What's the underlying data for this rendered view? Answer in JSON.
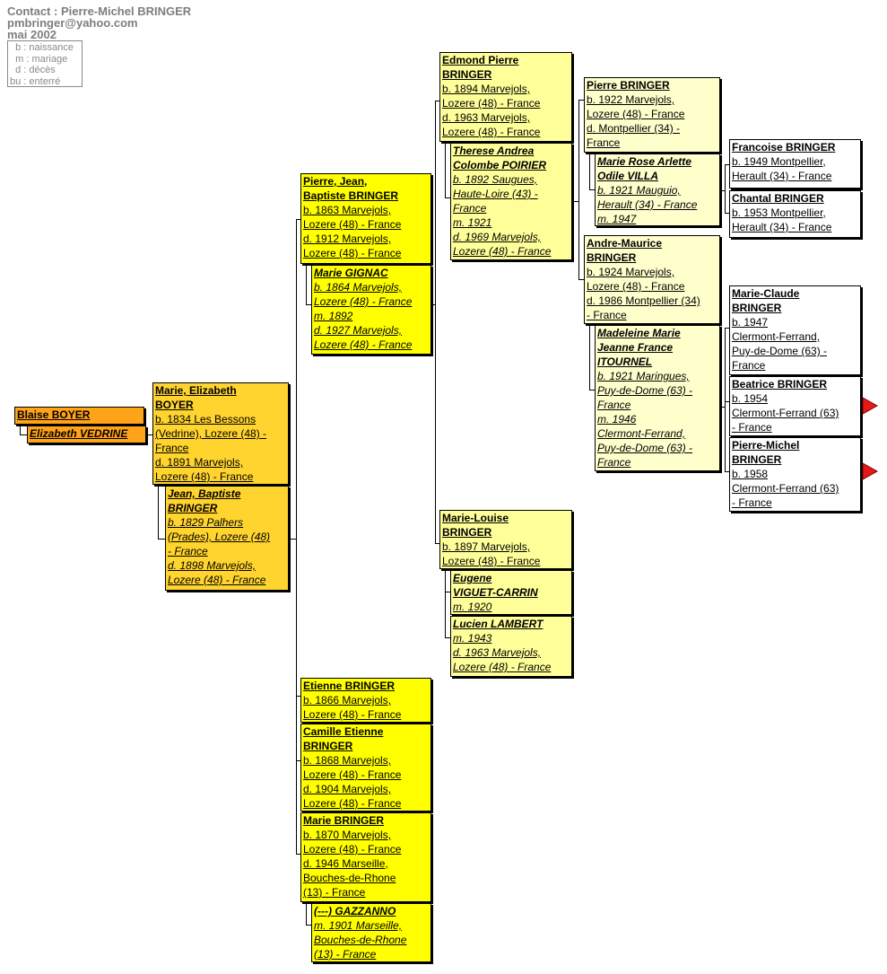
{
  "header": {
    "contact": "Contact : Pierre-Michel BRINGER",
    "email": "pmbringer@yahoo.com",
    "date": "mai 2002"
  },
  "legend": {
    "lines": [
      "  b : naissance",
      "  m : mariage",
      "  d : décès",
      "bu : enterré"
    ]
  },
  "colors": {
    "gen1": "#ffa319",
    "gen2": "#ffd42e",
    "gen3": "#ffff00",
    "gen4": "#ffff99",
    "gen5": "#ffffcc",
    "gen6": "#ffffff",
    "arrow": "#e81717",
    "line": "#000000",
    "header_text": "#7e7e7e"
  },
  "persons": {
    "blaise": {
      "name": "Blaise BOYER",
      "details": ""
    },
    "vedrine": {
      "name": "Elizabeth VEDRINE",
      "details": ""
    },
    "marie_boyer": {
      "name": "Marie, Elizabeth\nBOYER",
      "details": "b. 1834 Les Bessons\n(Vedrine), Lozere (48) -\nFrance\nd. 1891 Marvejols,\nLozere (48) - France"
    },
    "jean": {
      "name": "Jean, Baptiste\nBRINGER",
      "details": "b. 1829 Palhers\n(Prades), Lozere (48)\n- France\nd. 1898 Marvejols,\nLozere (48) - France"
    },
    "pierre_jb": {
      "name": "Pierre, Jean,\nBaptiste BRINGER",
      "details": "b. 1863 Marvejols,\nLozere (48) - France\nd. 1912 Marvejols,\nLozere (48) - France"
    },
    "gignac": {
      "name": "Marie GIGNAC",
      "details": "b. 1864 Marvejols,\nLozere (48) - France\nm. 1892\nd. 1927 Marvejols,\nLozere (48) - France"
    },
    "edmond": {
      "name": "Edmond Pierre\nBRINGER",
      "details": "b. 1894 Marvejols,\nLozere (48) - France\nd. 1963 Marvejols,\nLozere (48) - France"
    },
    "poirier": {
      "name": "Therese Andrea\nColombe POIRIER",
      "details": "b. 1892 Saugues,\nHaute-Loire (43) -\nFrance\nm. 1921\nd. 1969 Marvejols,\nLozere (48) - France"
    },
    "pierre_b": {
      "name": "Pierre BRINGER",
      "details": "b. 1922 Marvejols,\nLozere (48) - France\nd.  Montpellier (34) -\nFrance"
    },
    "villa": {
      "name": "Marie Rose Arlette\nOdile VILLA",
      "details": "b. 1921 Mauguio,\nHerault (34) - France\nm. 1947"
    },
    "francoise": {
      "name": "Francoise BRINGER",
      "details": "b. 1949 Montpellier,\nHerault (34) - France"
    },
    "chantal": {
      "name": "Chantal BRINGER",
      "details": "b. 1953 Montpellier,\nHerault (34) - France"
    },
    "andre": {
      "name": "Andre-Maurice\nBRINGER",
      "details": "b. 1924 Marvejols,\nLozere (48) - France\nd. 1986 Montpellier (34)\n- France"
    },
    "itournel": {
      "name": "Madeleine Marie\nJeanne France\nITOURNEL",
      "details": "b. 1921 Maringues,\nPuy-de-Dome (63) -\nFrance\nm. 1946\nClermont-Ferrand,\nPuy-de-Dome (63) -\nFrance"
    },
    "marie_claude": {
      "name": "Marie-Claude\nBRINGER",
      "details": "b. 1947\nClermont-Ferrand,\nPuy-de-Dome (63) -\nFrance"
    },
    "beatrice": {
      "name": "Beatrice BRINGER",
      "details": "b. 1954\nClermont-Ferrand (63)\n- France"
    },
    "pierre_michel": {
      "name": "Pierre-Michel\nBRINGER",
      "details": "b. 1958\nClermont-Ferrand (63)\n- France"
    },
    "marie_louise": {
      "name": "Marie-Louise\nBRINGER",
      "details": "b. 1897 Marvejols,\nLozere (48) - France"
    },
    "eugene": {
      "name": "Eugene\nVIGUET-CARRIN",
      "details": "m. 1920"
    },
    "lucien": {
      "name": "Lucien LAMBERT",
      "details": "m. 1943\nd. 1963 Marvejols,\nLozere (48) - France"
    },
    "etienne": {
      "name": "Etienne BRINGER",
      "details": "b. 1866 Marvejols,\nLozere (48) - France"
    },
    "camille": {
      "name": "Camille Etienne\nBRINGER",
      "details": "b. 1868 Marvejols,\nLozere (48) - France\nd. 1904 Marvejols,\nLozere (48) - France"
    },
    "marie_b": {
      "name": "Marie BRINGER",
      "details": "b. 1870 Marvejols,\nLozere (48) - France\nd. 1946 Marseille,\nBouches-de-Rhone\n(13) - France"
    },
    "gazzanno": {
      "name": "(---) GAZZANNO",
      "details": "m. 1901 Marseille,\nBouches-de-Rhone\n(13) - France"
    }
  }
}
